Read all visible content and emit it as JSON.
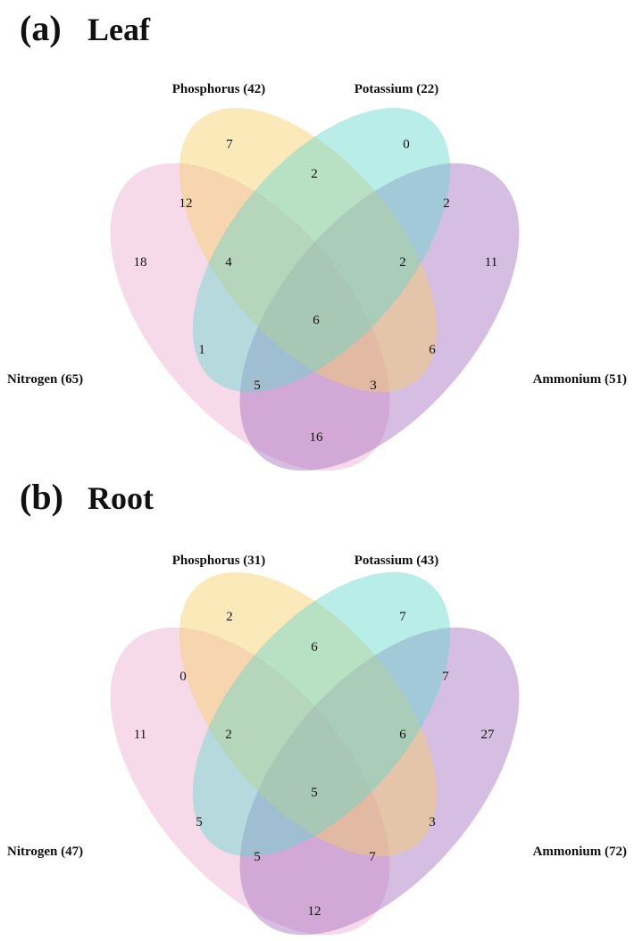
{
  "colors": {
    "nitrogen": "#eeaed0",
    "phosphorus": "#f7cf66",
    "potassium": "#63d8cd",
    "ammonium": "#a36dbf"
  },
  "panels": [
    {
      "letter": "(a)",
      "name": "Leaf",
      "sets": {
        "phosphorus": "Phosphorus (42)",
        "potassium": "Potassium (22)",
        "nitrogen": "Nitrogen (65)",
        "ammonium": "Ammonium (51)"
      },
      "counts": {
        "P": "7",
        "K": "0",
        "N": "18",
        "A": "11",
        "PK": "2",
        "NP": "12",
        "KA": "2",
        "NPK": "4",
        "PKA": "2",
        "NPKA": "6",
        "NK": "1",
        "PA": "6",
        "NKA": "5",
        "NPA": "3",
        "NA": "16"
      }
    },
    {
      "letter": "(b)",
      "name": "Root",
      "sets": {
        "phosphorus": "Phosphorus (31)",
        "potassium": "Potassium (43)",
        "nitrogen": "Nitrogen (47)",
        "ammonium": "Ammonium (72)"
      },
      "counts": {
        "P": "2",
        "K": "7",
        "N": "11",
        "A": "27",
        "PK": "6",
        "NP": "0",
        "KA": "7",
        "NPK": "2",
        "PKA": "6",
        "NPKA": "5",
        "NK": "5",
        "PA": "3",
        "NKA": "5",
        "NPA": "7",
        "NA": "12"
      }
    }
  ]
}
